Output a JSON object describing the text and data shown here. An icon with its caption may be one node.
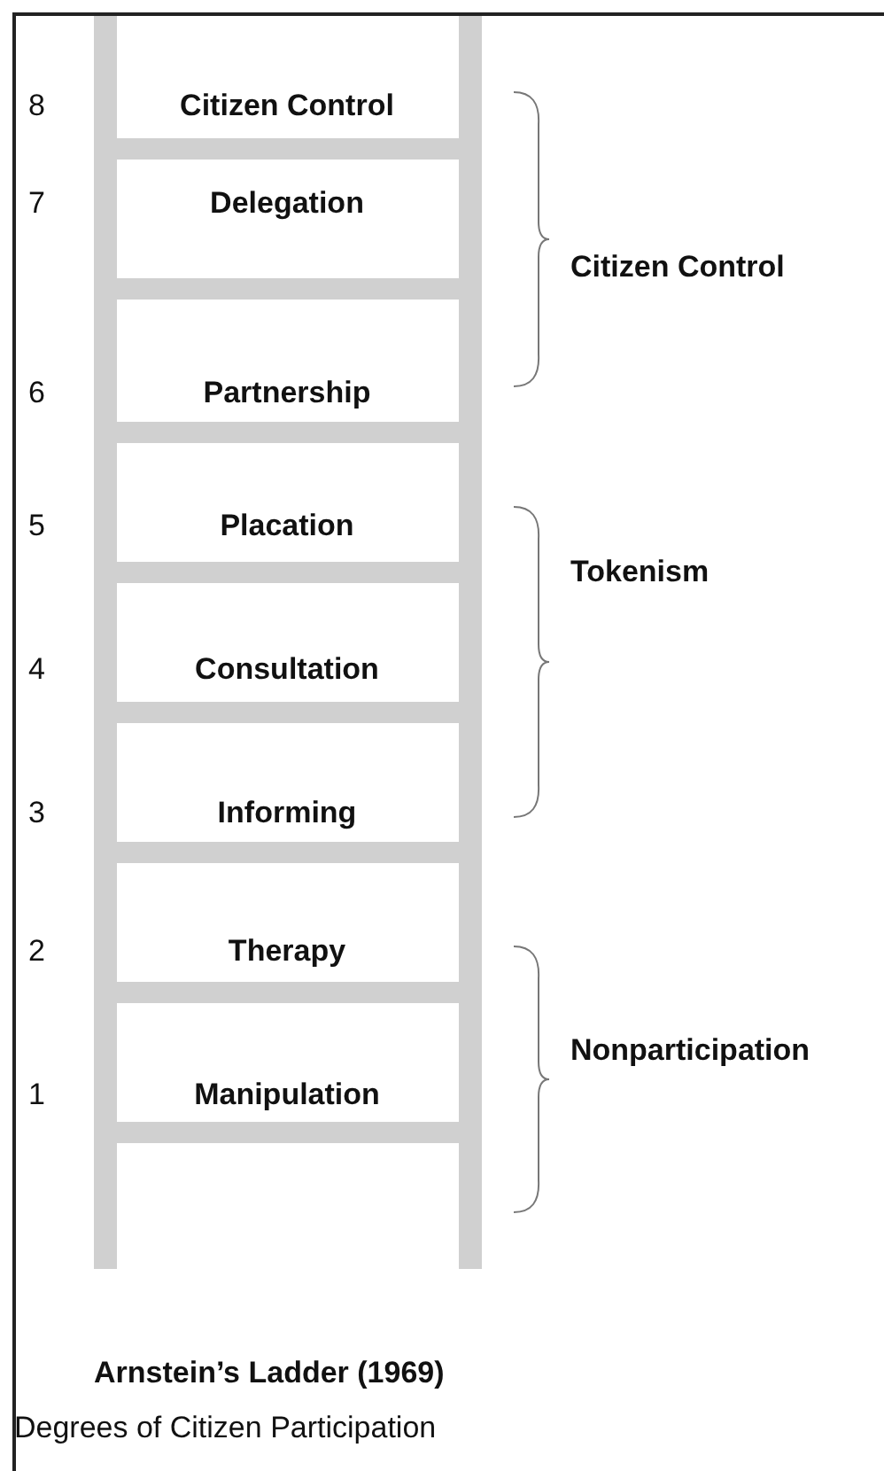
{
  "diagram": {
    "title": "Arnstein’s Ladder (1969)",
    "caption": "Degrees of Citizen Participation",
    "labels": [
      "8",
      "Citizen Control",
      "7",
      "Delegation",
      "Citizen Control",
      "6",
      "Partnership",
      "5",
      "Placation",
      "Tokenism",
      "4",
      "Consultation",
      "3",
      "Informing",
      "2",
      "Therapy",
      "Nonparticipation",
      "1",
      "Manipulation"
    ]
  }
}
